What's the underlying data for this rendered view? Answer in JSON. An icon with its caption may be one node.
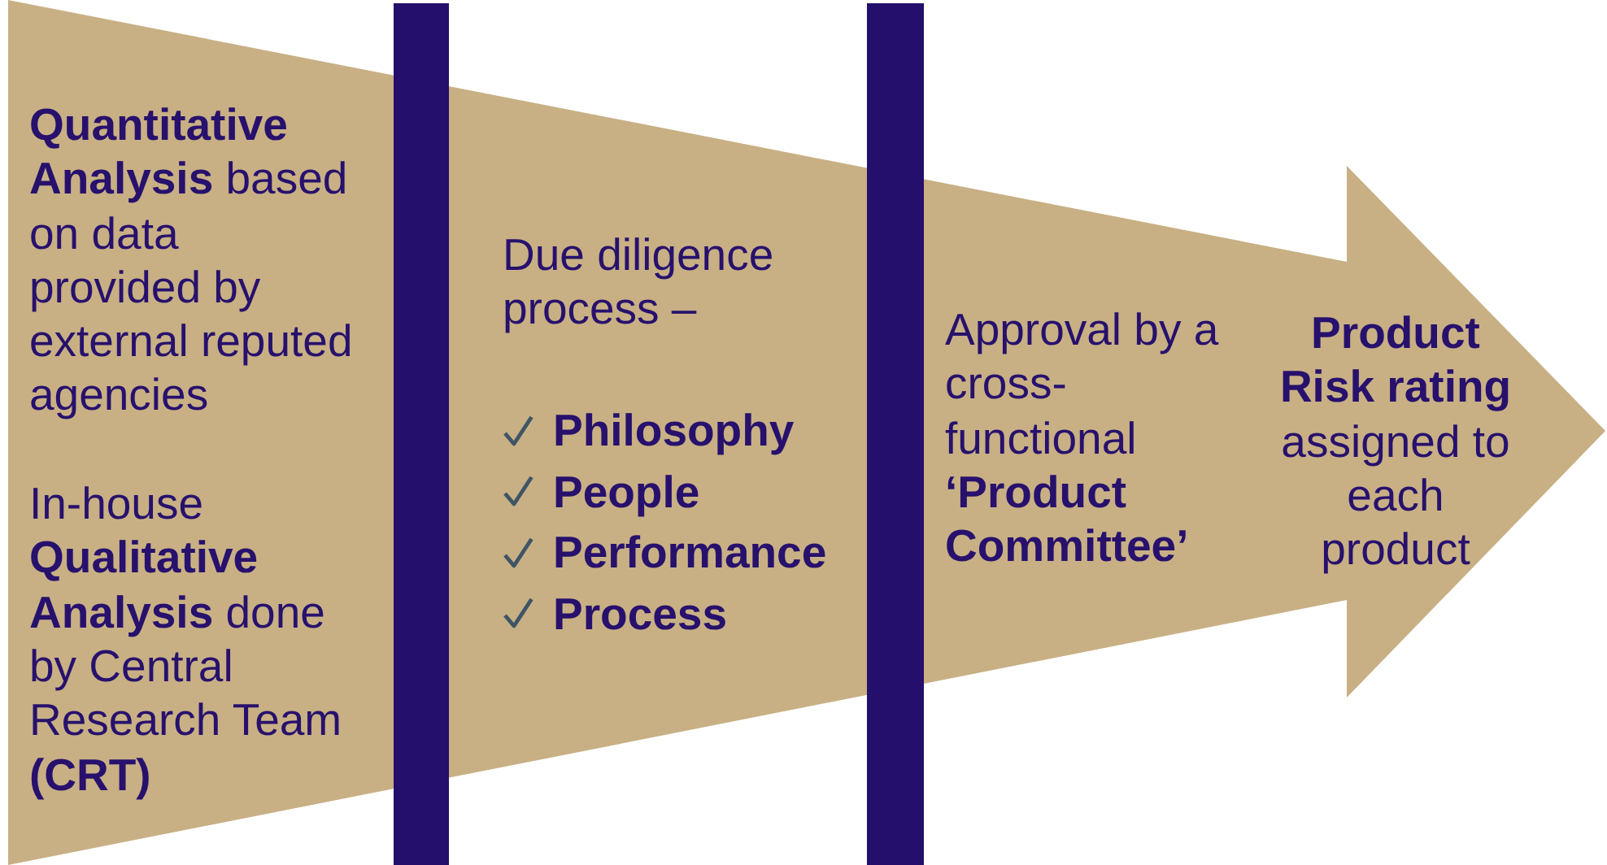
{
  "diagram": {
    "nodes": [
      {
        "text": [
          "**Quantitative Analysis** based on data provided by external reputed agencies",
          "In-house **Qualitative Analysis** done by Central Research Team **(CRT)**"
        ]
      },
      {
        "text": [],
        "shape": "bar"
      },
      {
        "text": [
          "Due diligence process –",
          "Philosophy",
          "People",
          "Performance",
          "Process"
        ]
      },
      {
        "text": [],
        "shape": "bar"
      },
      {
        "text": [
          "Approval by a cross-functional **‘Product Committee’**"
        ]
      },
      {
        "text": [
          "**Product Risk rating** assigned to each product"
        ]
      }
    ]
  }
}
